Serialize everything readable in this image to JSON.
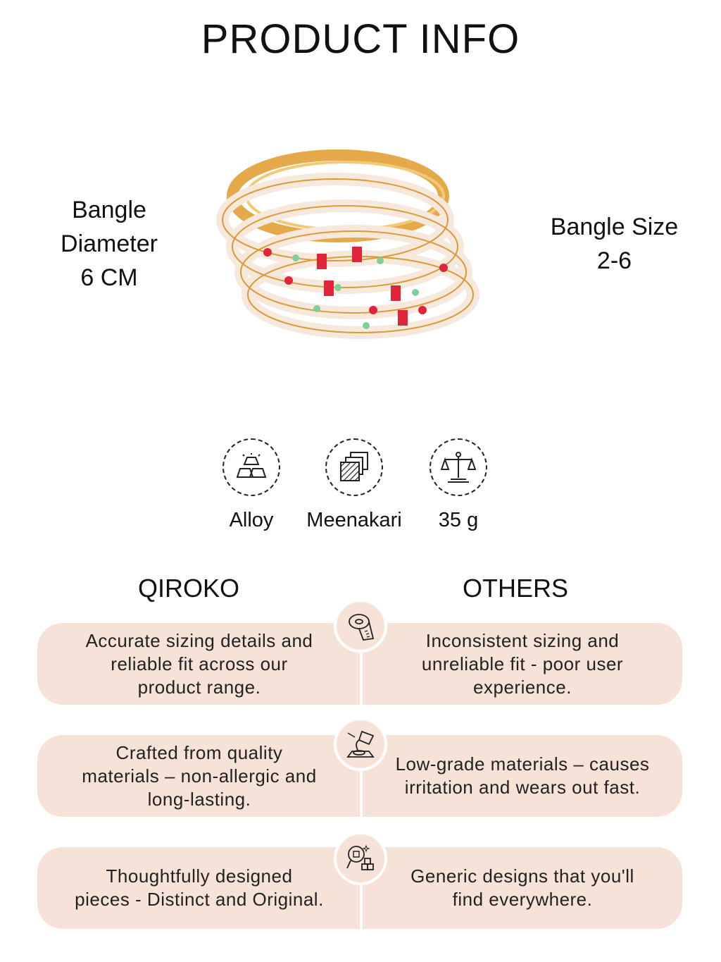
{
  "title": "PRODUCT INFO",
  "specs": {
    "left": [
      "Bangle",
      "Diameter",
      "6 CM"
    ],
    "right": [
      "Bangle Size",
      "2-6"
    ]
  },
  "attributes": [
    {
      "icon": "gold-bars-icon",
      "label": "Alloy"
    },
    {
      "icon": "layered-tiles-icon",
      "label": "Meenakari"
    },
    {
      "icon": "balance-scale-icon",
      "label": "35 g"
    }
  ],
  "comparison": {
    "left_heading": "QIROKO",
    "right_heading": "OTHERS",
    "rows": [
      {
        "icon": "measuring-tape-icon",
        "qiroko": [
          "Accurate sizing details and",
          "reliable fit across our",
          "product range."
        ],
        "others": [
          "Inconsistent sizing and",
          "unreliable fit - poor user",
          "experience."
        ]
      },
      {
        "icon": "pouring-material-icon",
        "qiroko": [
          "Crafted from quality",
          "materials – non-allergic and",
          "long-lasting."
        ],
        "others": [
          "Low-grade materials – causes",
          "irritation and wears out fast."
        ]
      },
      {
        "icon": "design-search-icon",
        "qiroko": [
          "Thoughtfully designed",
          "pieces - Distinct and Original."
        ],
        "others": [
          "Generic designs that you'll",
          "find everywhere."
        ]
      }
    ]
  },
  "colors": {
    "card_background": "#f6e2d7",
    "text": "#111111",
    "bangle_gold": "#e6a94a",
    "bangle_red": "#e0243a",
    "bangle_green": "#7fcf9a"
  }
}
